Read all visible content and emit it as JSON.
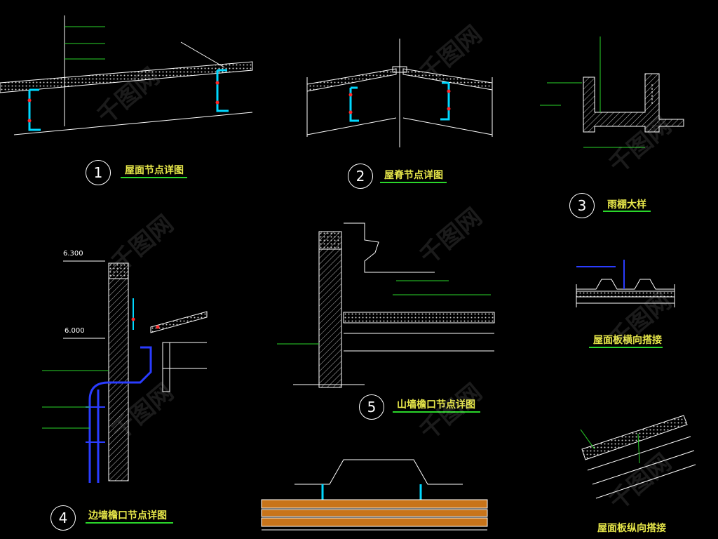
{
  "details": [
    {
      "number": "1",
      "title": "屋面节点详图"
    },
    {
      "number": "2",
      "title": "屋脊节点详图"
    },
    {
      "number": "3",
      "title": "雨棚大样"
    },
    {
      "number": "4",
      "title": "边墙檐口节点详图"
    },
    {
      "number": "5",
      "title": "山墙檐口节点详图"
    },
    {
      "number": "",
      "title": "屋面板横向搭接"
    },
    {
      "number": "",
      "title": "屋面板纵向搭接"
    }
  ],
  "annotations": {
    "elev_1": "6.300",
    "elev_2": "6.000"
  },
  "watermark": "千图网",
  "colors": {
    "background": "#000000",
    "title_text": "#e8e84a",
    "underline": "#2ad62a",
    "linework": "#ffffff",
    "accent_cyan": "#00d8ff",
    "accent_blue": "#2a3cff",
    "accent_red": "#ff2a2a",
    "accent_brown": "#c8741a"
  }
}
